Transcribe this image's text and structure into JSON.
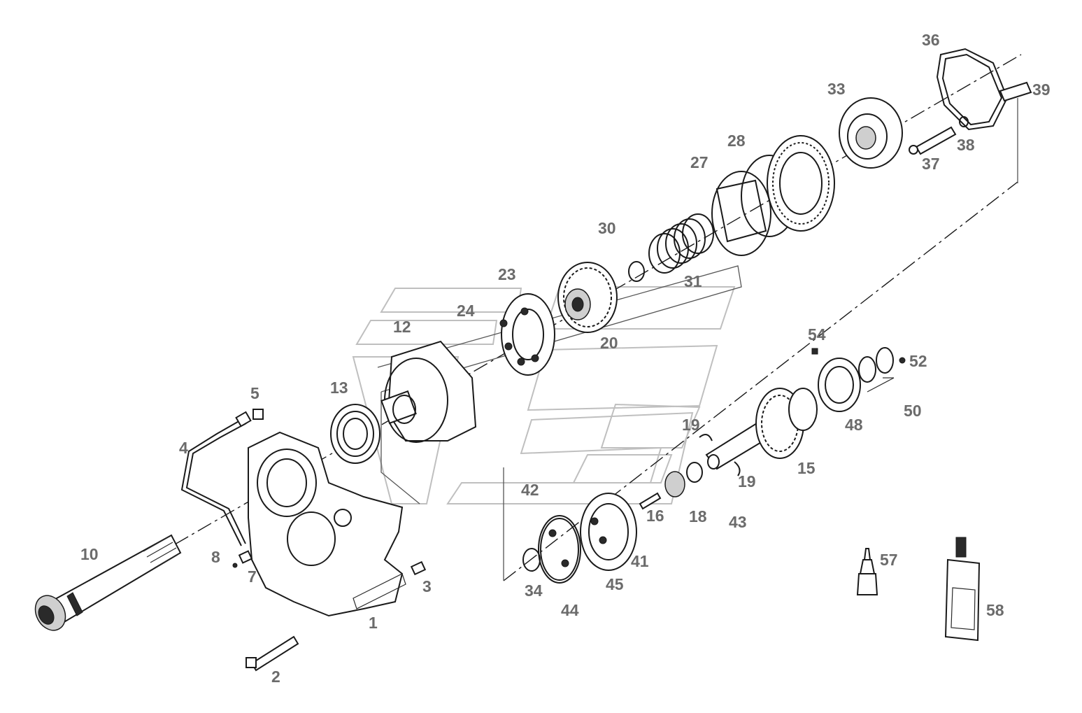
{
  "labels": [
    "1",
    "2",
    "3",
    "4",
    "5",
    "7",
    "8",
    "10",
    "12",
    "13",
    "15",
    "16",
    "18",
    "19",
    "19",
    "20",
    "23",
    "24",
    "27",
    "28",
    "30",
    "31",
    "33",
    "34",
    "36",
    "37",
    "38",
    "39",
    "41",
    "42",
    "43",
    "44",
    "45",
    "48",
    "50",
    "52",
    "54",
    "57",
    "58"
  ]
}
